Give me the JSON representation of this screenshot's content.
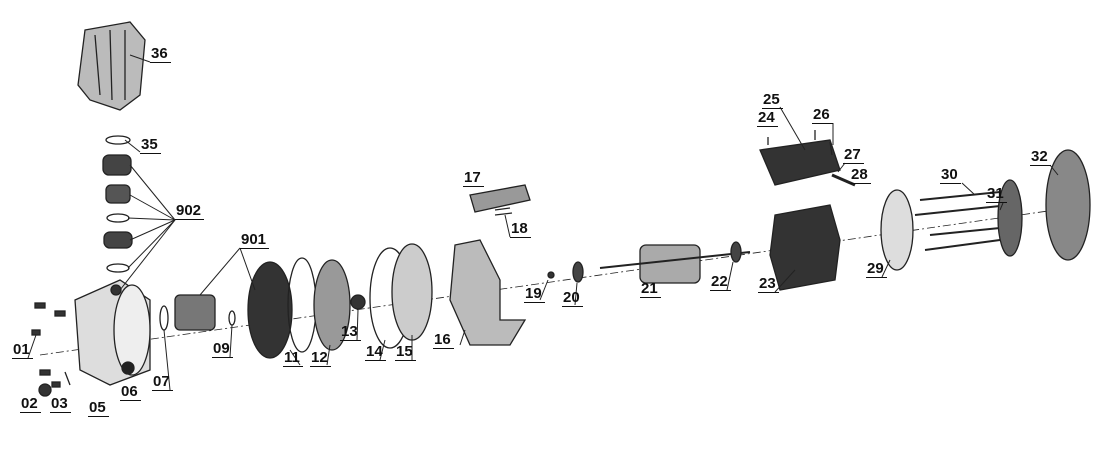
{
  "diagram": {
    "title": "Exploded parts view",
    "labels": [
      "36",
      "35",
      "902",
      "901",
      "01",
      "02",
      "03",
      "05",
      "06",
      "07",
      "09",
      "11",
      "12",
      "13",
      "14",
      "15",
      "16",
      "17",
      "18",
      "19",
      "20",
      "21",
      "22",
      "23",
      "24",
      "25",
      "26",
      "27",
      "28",
      "29",
      "30",
      "31",
      "32"
    ]
  }
}
